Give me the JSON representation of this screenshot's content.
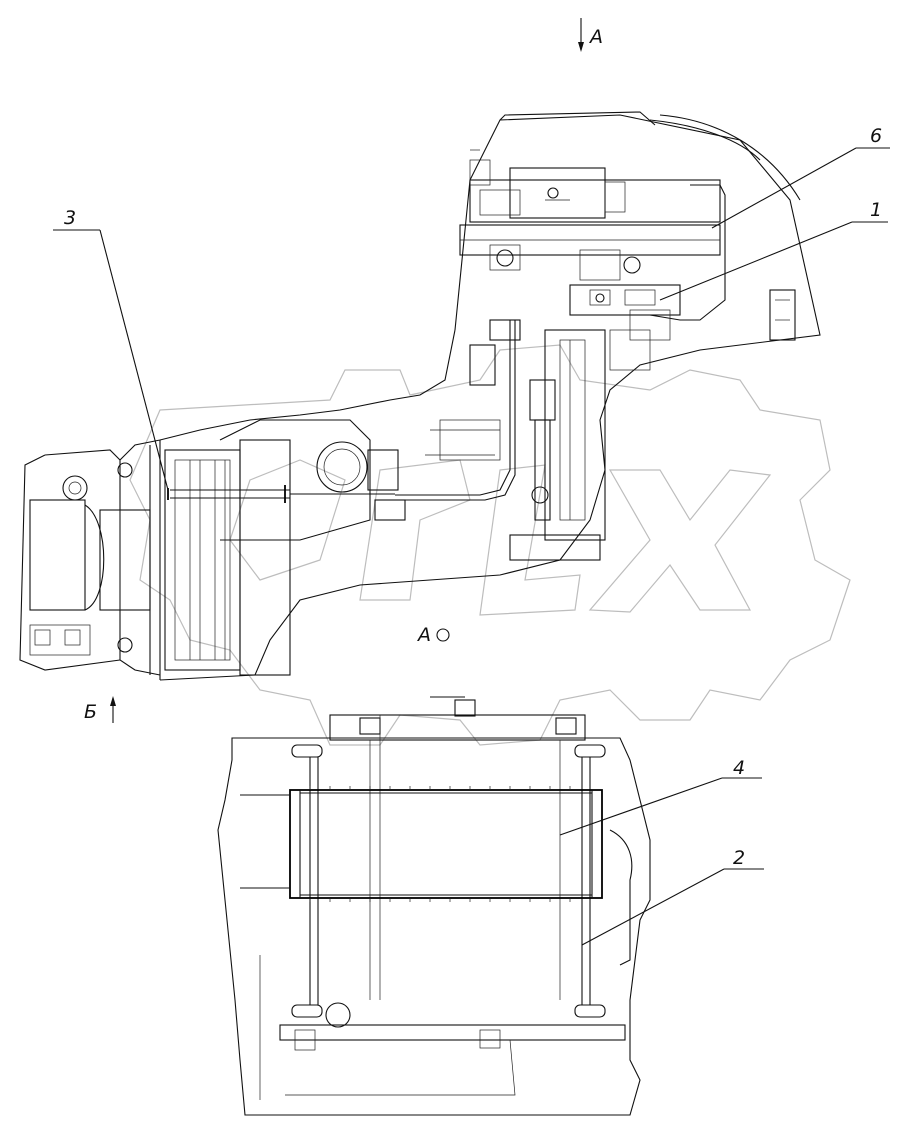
{
  "view_labels": {
    "top_arrow": "А",
    "side_arrow": "Б",
    "view_mark": "А"
  },
  "callouts": [
    "1",
    "2",
    "3",
    "4",
    "6"
  ],
  "watermark": "OPLX"
}
